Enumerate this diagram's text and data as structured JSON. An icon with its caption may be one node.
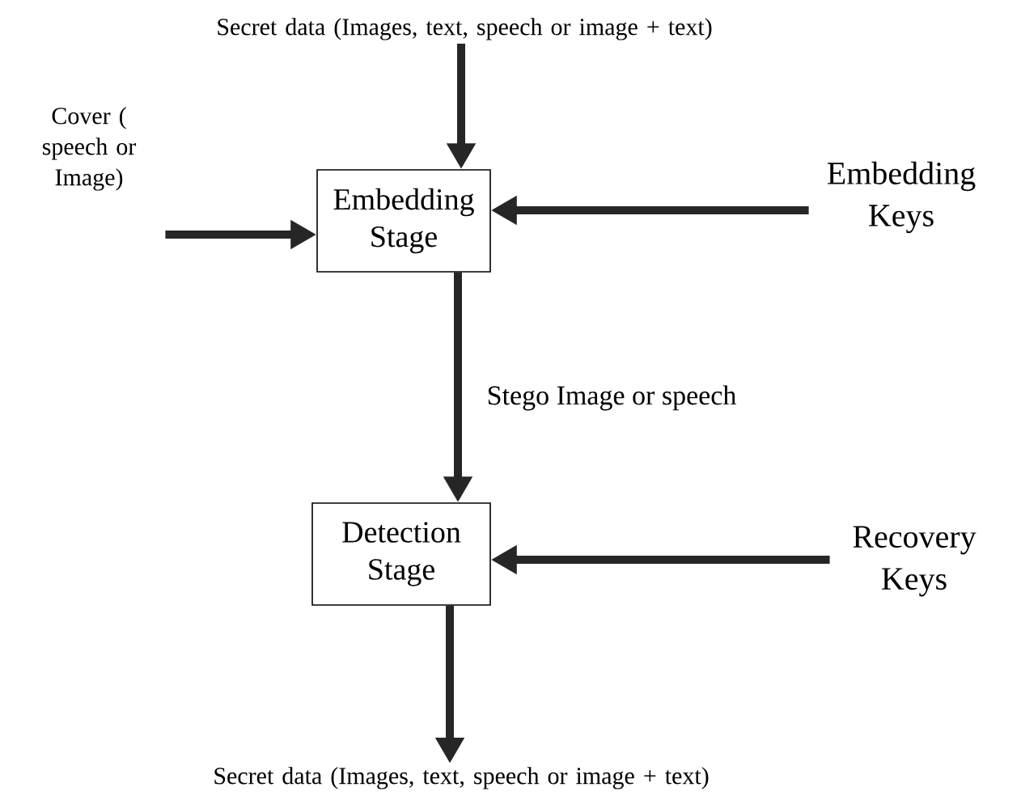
{
  "diagram": {
    "nodes": [
      {
        "text": [
          "Secret data (Images, text, speech or image + text)"
        ]
      },
      {
        "text": [
          "Cover ( speech or Image)"
        ]
      },
      {
        "text": [
          "Embedding Stage"
        ]
      },
      {
        "text": [
          "Embedding Keys"
        ]
      },
      {
        "text": [
          "Detection Stage"
        ]
      },
      {
        "text": [
          "Recovery Keys"
        ]
      },
      {
        "text": [
          "Secret data (Images, text, speech or image + text)"
        ]
      }
    ],
    "edges": [
      {
        "from": 0,
        "to": 2,
        "arrow": "to"
      },
      {
        "from": 1,
        "to": 2,
        "arrow": "to"
      },
      {
        "from": 3,
        "to": 2,
        "arrow": "to"
      },
      {
        "from": 2,
        "to": 4,
        "arrow": "to",
        "label": "Stego Image or speech"
      },
      {
        "from": 5,
        "to": 4,
        "arrow": "to"
      },
      {
        "from": 4,
        "to": 6,
        "arrow": "to"
      }
    ]
  }
}
